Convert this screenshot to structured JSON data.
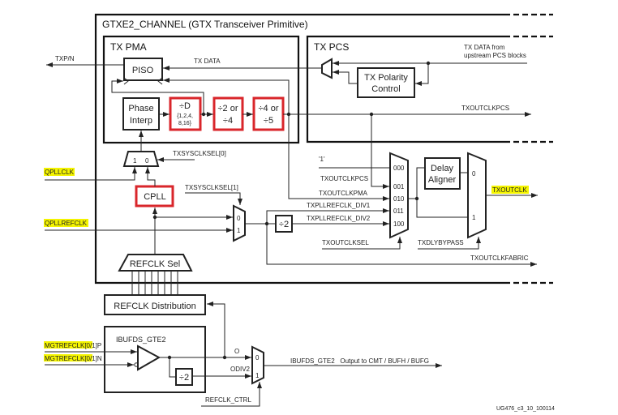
{
  "title": "GTXE2_CHANNEL (GTX Transceiver Primitive)",
  "tx_pma": {
    "label": "TX PMA",
    "piso": "PISO",
    "phase_interp": [
      "Phase",
      "Interp"
    ],
    "div_d": [
      "÷D",
      "{1,2,4,",
      "8,16}"
    ],
    "div_2_4": [
      "÷2 or",
      "÷4"
    ],
    "div_4_5": [
      "÷4 or",
      "÷5"
    ]
  },
  "tx_pcs": {
    "label": "TX PCS",
    "tx_data_from": [
      "TX DATA from",
      "upstream PCS blocks"
    ],
    "polarity": [
      "TX Polarity",
      "Control"
    ]
  },
  "signals": {
    "txpn": "TXP/N",
    "tx_data": "TX DATA",
    "txoutclkpcs": "TXOUTCLKPCS",
    "txsysclksel0": "TXSYSCLKSEL[0]",
    "txsysclksel1": "TXSYSCLKSEL[1]",
    "qpllclk": "QPLLCLK",
    "qpllrefclk": "QPLLREFCLK",
    "cpll": "CPLL",
    "one": "'1'",
    "txoutclkpcs_in": "TXOUTCLKPCS",
    "txoutclkpma": "TXOUTCLKPMA",
    "div1": "TXPLLREFCLK_DIV1",
    "div2": "TXPLLREFCLK_DIV2",
    "txoutclksel": "TXOUTCLKSEL",
    "txdlybypass": "TXDLYBYPASS",
    "txoutclk": "TXOUTCLK",
    "txoutclkfabric": "TXOUTCLKFABRIC",
    "delay_aligner": [
      "Delay",
      "Aligner"
    ],
    "div2_box": "÷2",
    "refclk_sel": "REFCLK Sel",
    "refclk_dist": "REFCLK Distribution",
    "ibufds": "IBUFDS_GTE2",
    "mgt_p": "MGTREFCLK[0/1]P",
    "mgt_n": "MGTREFCLK[0/1]N",
    "o": "O",
    "odiv2": "ODIV2",
    "refclk_ctrl": "REFCLK_CTRL",
    "ibufds_out": "IBUFDS_GTE2   Output to CMT / BUFH / BUFG"
  },
  "mux_labels": {
    "sys0": [
      "1",
      "0"
    ],
    "sys1": [
      "0",
      "1"
    ],
    "outsel": [
      "000",
      "001",
      "010",
      "011",
      "100"
    ],
    "dly": [
      "0",
      "1"
    ],
    "ref": [
      "0",
      "1"
    ]
  },
  "figure_id": "UG476_c3_10_100114",
  "colors": {
    "highlight": "#f4f400",
    "red_block": "#d9262b"
  }
}
